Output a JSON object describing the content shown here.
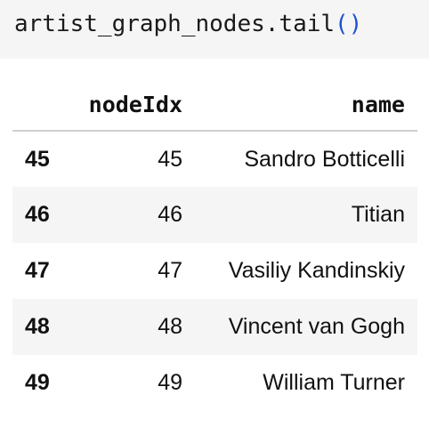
{
  "cell": {
    "code_name": "artist_graph_nodes.tail",
    "code_parens": "()"
  },
  "table": {
    "columns": [
      "",
      "nodeIdx",
      "name"
    ],
    "rows": [
      {
        "index": "45",
        "nodeIdx": "45",
        "name": "Sandro Botticelli"
      },
      {
        "index": "46",
        "nodeIdx": "46",
        "name": "Titian"
      },
      {
        "index": "47",
        "nodeIdx": "47",
        "name": "Vasiliy Kandinskiy"
      },
      {
        "index": "48",
        "nodeIdx": "48",
        "name": "Vincent van Gogh"
      },
      {
        "index": "49",
        "nodeIdx": "49",
        "name": "William Turner"
      }
    ]
  },
  "colors": {
    "code_bg": "#f5f5f5",
    "paren": "#1f4fd6",
    "stripe": "#f5f5f5"
  }
}
